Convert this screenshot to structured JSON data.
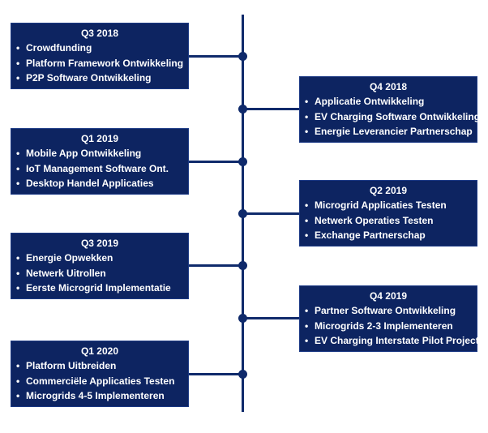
{
  "milestones": [
    {
      "title": "Q3 2018",
      "items": [
        "Crowdfunding",
        "Platform Framework Ontwikkeling",
        "P2P Software Ontwikkeling"
      ]
    },
    {
      "title": "Q4 2018",
      "items": [
        "Applicatie Ontwikkeling",
        "EV Charging Software Ontwikkeling",
        "Energie Leverancier Partnerschap"
      ]
    },
    {
      "title": "Q1 2019",
      "items": [
        "Mobile App Ontwikkeling",
        "IoT Management Software Ont.",
        "Desktop Handel Applicaties"
      ]
    },
    {
      "title": "Q2 2019",
      "items": [
        "Microgrid Applicaties Testen",
        "Netwerk Operaties Testen",
        "Exchange Partnerschap"
      ]
    },
    {
      "title": "Q3 2019",
      "items": [
        "Energie Opwekken",
        "Netwerk Uitrollen",
        "Eerste Microgrid Implementatie"
      ]
    },
    {
      "title": "Q4 2019",
      "items": [
        "Partner Software Ontwikkeling",
        "Microgrids 2-3 Implementeren",
        "EV Charging Interstate Pilot Project"
      ]
    },
    {
      "title": "Q1 2020",
      "items": [
        "Platform Uitbreiden",
        "Commerciële Applicaties Testen",
        "Microgrids 4-5 Implementeren"
      ]
    }
  ],
  "bullet_glyph": "•",
  "colors": {
    "box_fill": "#0d2461",
    "line": "#0f2a6b",
    "text": "#ffffff"
  }
}
